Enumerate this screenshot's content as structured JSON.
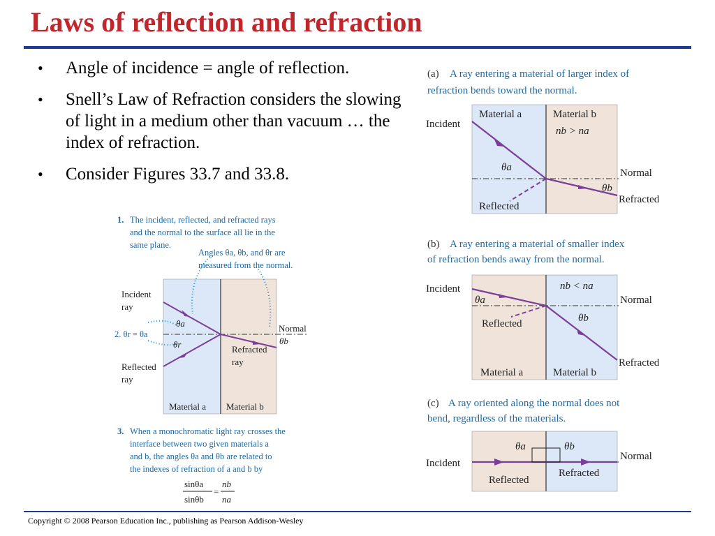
{
  "slide": {
    "title": "Laws of reflection and refraction",
    "bullets": [
      "Angle of incidence = angle of reflection.",
      "Snell’s Law of Refraction considers the slowing of light in a medium other than vacuum … the index of refraction.",
      "Consider Figures 33.7 and 33.8."
    ],
    "bullet_glyph": "•",
    "footer": "Copyright © 2008 Pearson Education Inc., publishing as Pearson Addison-Wesley"
  },
  "figure_33_7": {
    "note1": [
      "1.",
      "The incident, reflected, and refracted rays",
      "and the normal to the surface all lie in the",
      "same plane."
    ],
    "angles_note": [
      "Angles θa, θb, and θr are",
      "measured from the normal."
    ],
    "incident_label": [
      "Incident",
      "ray"
    ],
    "reflected_label": [
      "Reflected",
      "ray"
    ],
    "refracted_label": [
      "Refracted",
      "ray"
    ],
    "normal_label": "Normal",
    "theta_a": "θa",
    "theta_r": "θr",
    "theta_b": "θb",
    "note2": "2. θr = θa",
    "material_a": "Material a",
    "material_b": "Material b",
    "note3": [
      "3.",
      "When a monochromatic light ray crosses the",
      "interface between two given materials a",
      "and b, the angles θa and θb are related to",
      "the indexes of refraction of a and b by"
    ],
    "formula": {
      "num_left": "sinθa",
      "den_left": "sinθb",
      "eq": "=",
      "num_right": "nb",
      "den_right": "na"
    }
  },
  "figure_33_8": {
    "a": {
      "letter": "(a)",
      "caption": [
        "A ray entering a material of larger index of",
        "refraction bends toward the normal."
      ],
      "material_a": "Material a",
      "material_b": "Material b",
      "relation": "nb > na",
      "incident": "Incident",
      "reflected": "Reflected",
      "refracted": "Refracted",
      "normal": "Normal",
      "theta_a": "θa",
      "theta_b": "θb"
    },
    "b": {
      "letter": "(b)",
      "caption": [
        "A ray entering a material of smaller index",
        "of refraction bends away from the normal."
      ],
      "material_a": "Material a",
      "material_b": "Material b",
      "relation": "nb < na",
      "incident": "Incident",
      "reflected": "Reflected",
      "refracted": "Refracted",
      "normal": "Normal",
      "theta_a": "θa",
      "theta_b": "θb"
    },
    "c": {
      "letter": "(c)",
      "caption": [
        "A ray oriented along the normal does not",
        "bend, regardless of the materials."
      ],
      "incident": "Incident",
      "reflected": "Reflected",
      "refracted": "Refracted",
      "normal": "Normal",
      "theta_a": "θa",
      "theta_b": "θb"
    }
  },
  "colors": {
    "title": "#c0272d",
    "rule": "#1f3a93",
    "caption_blue": "#1a6aa8",
    "ray_purple": "#7b3f9a",
    "material_blue": "#dce8f7",
    "material_tan": "#efe3da",
    "dotted_blue": "#1e90d0"
  }
}
